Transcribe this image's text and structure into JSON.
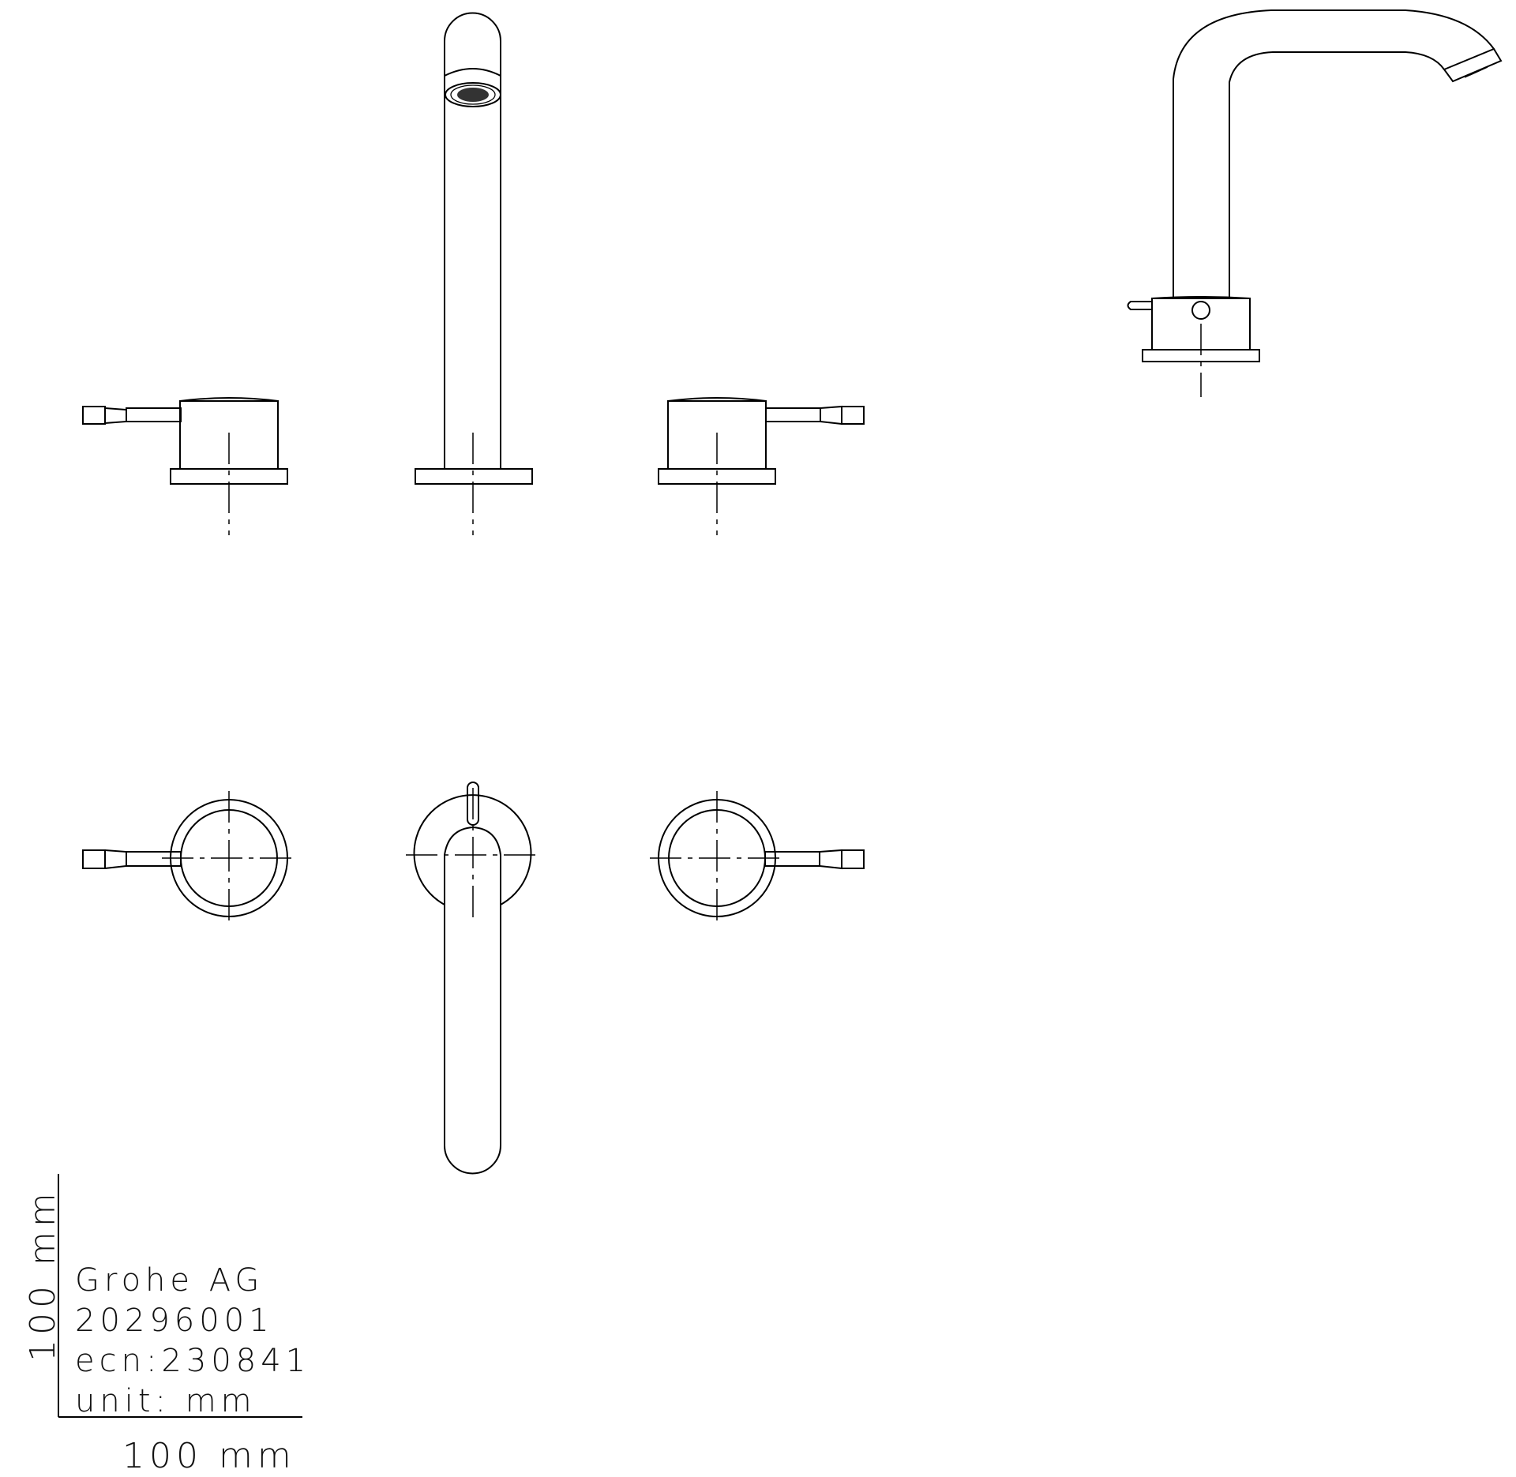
{
  "title_block": {
    "company": "Grohe AG",
    "article_number": "20296001",
    "ecn": "ecn:230841",
    "unit": "unit: mm"
  },
  "scale": {
    "vertical_label": "100 mm",
    "horizontal_label": "100 mm"
  },
  "views": [
    {
      "name": "front-view-left-handle"
    },
    {
      "name": "front-view-spout"
    },
    {
      "name": "front-view-right-handle"
    },
    {
      "name": "side-view-spout"
    },
    {
      "name": "top-view-left-handle"
    },
    {
      "name": "top-view-spout"
    },
    {
      "name": "top-view-right-handle"
    }
  ]
}
